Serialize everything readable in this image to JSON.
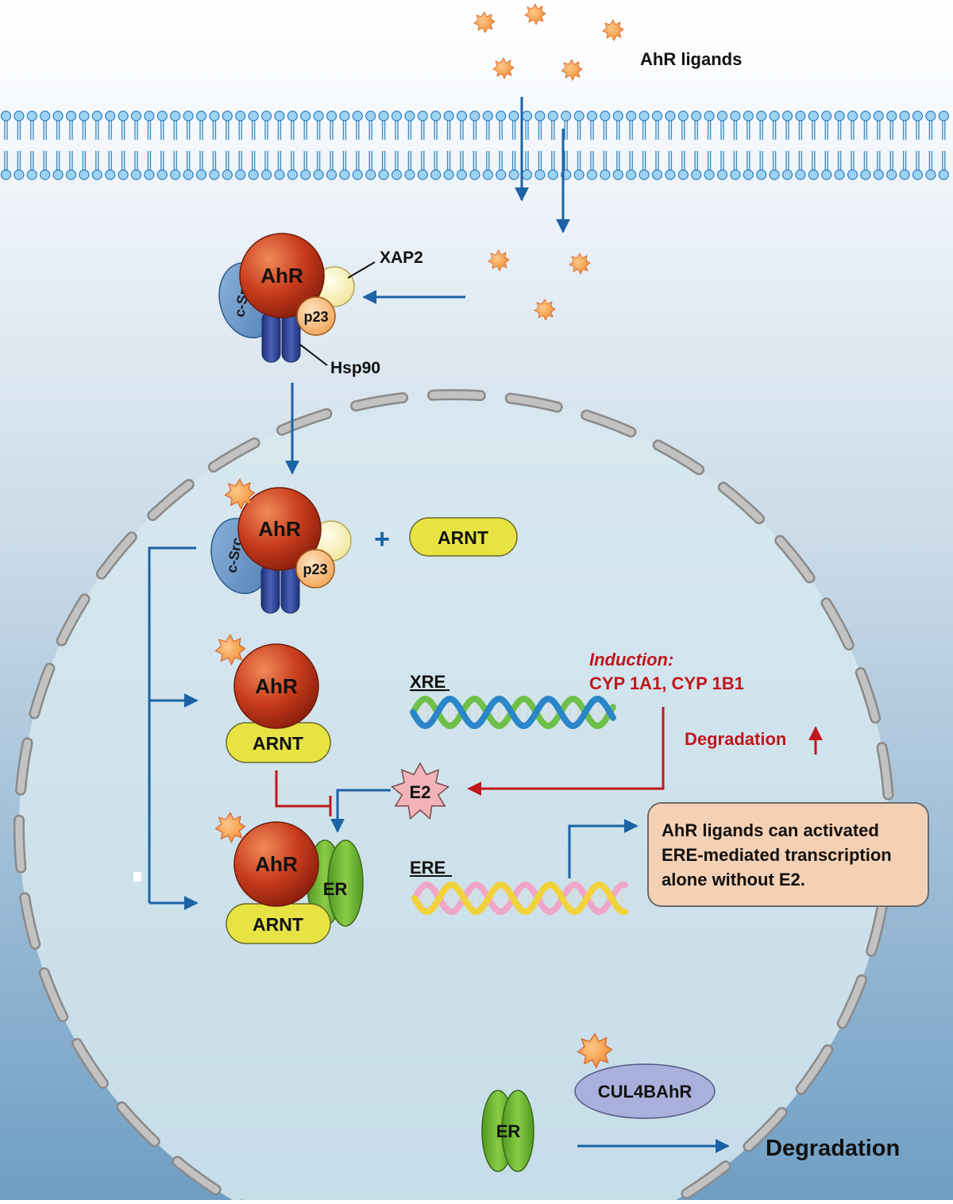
{
  "labels": {
    "ahr_ligands": "AhR ligands",
    "ahr": "AhR",
    "xap2": "XAP2",
    "c_src": "c-Src",
    "p23": "p23",
    "hsp90": "Hsp90",
    "plus": "+",
    "arnt": "ARNT",
    "xre": "XRE",
    "ere": "ERE",
    "induction": "Induction:",
    "cyp_genes": "CYP 1A1, CYP 1B1",
    "degradation_e2": "Degradation",
    "e2": "E2",
    "er": "ER",
    "cul4b": "CUL4BAhR",
    "degradation_er": "Degradation"
  },
  "callout": {
    "line1": "AhR ligands can activated",
    "line2": "ERE-mediated transcription",
    "line3": "alone without E2."
  },
  "colors": {
    "ligand": "#f5a24a",
    "ahr": "#c83c1c",
    "arnt": "#e7e343",
    "er": "#6cb22e",
    "c_src": "#5d8fc3",
    "hsp90": "#2b3f8f",
    "arrow_blue": "#1b62a6",
    "arrow_red": "#c0161c",
    "e2": "#f2b4b8",
    "cul4b": "#aab0dc"
  }
}
